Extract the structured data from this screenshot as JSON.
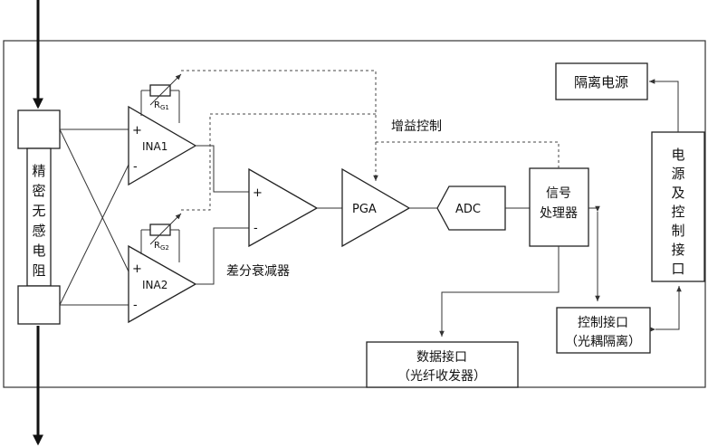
{
  "blocks": {
    "resistor": [
      "精",
      "密",
      "无",
      "感",
      "电",
      "阻"
    ],
    "ina1": "INA1",
    "ina2": "INA2",
    "rg1_main": "R",
    "rg1_sub": "G1",
    "rg2_main": "R",
    "rg2_sub": "G2",
    "pga": "PGA",
    "adc": "ADC",
    "signal_proc": [
      "信号",
      "处理器"
    ],
    "isolated_power": "隔离电源",
    "power_ctrl": [
      "电",
      "源",
      "及",
      "控",
      "制",
      "接",
      "口"
    ],
    "ctrl_iface": [
      "控制接口",
      "（光耦隔离）"
    ],
    "data_iface": [
      "数据接口",
      "（光纤收发器）"
    ]
  },
  "labels": {
    "gain_control": "增益控制",
    "diff_attenuator": "差分衰减器",
    "plus": "+",
    "minus": "-"
  }
}
